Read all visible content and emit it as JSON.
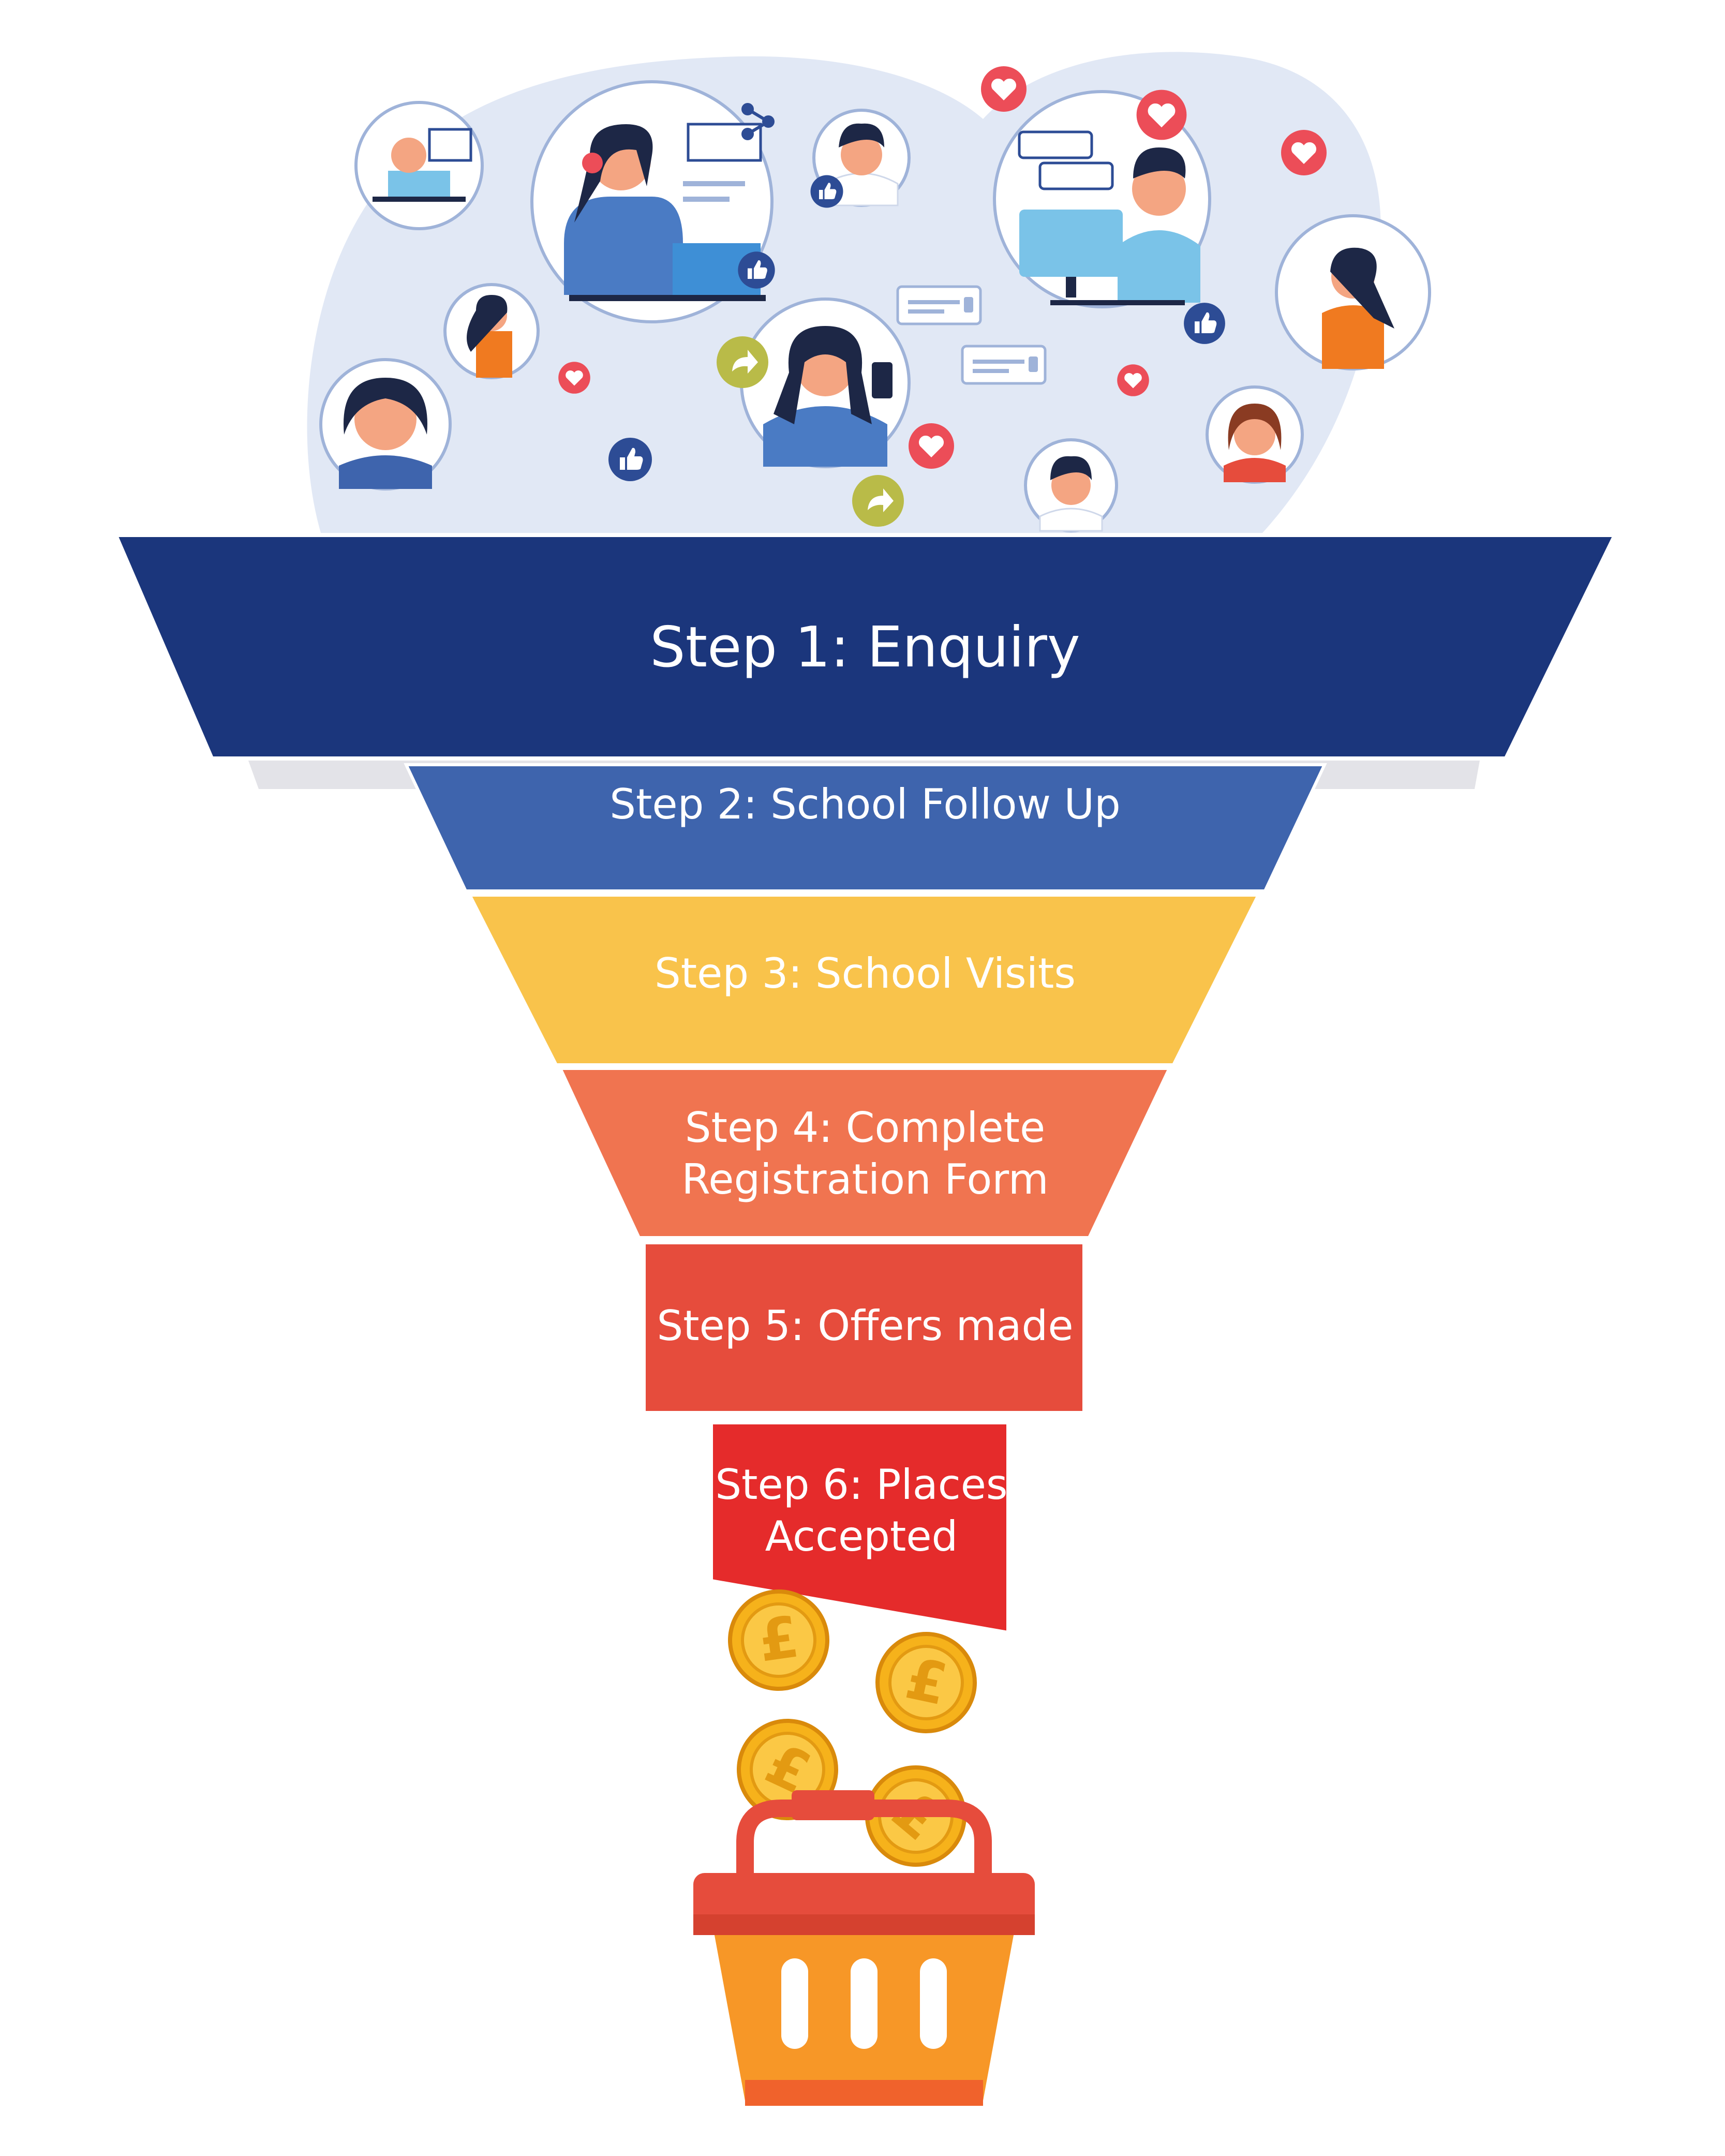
{
  "steps": [
    {
      "lines": [
        "Step 1: Enquiry"
      ],
      "color": "#1b367c",
      "text_color": "#ffffff"
    },
    {
      "lines": [
        "Step 2: School Follow Up"
      ],
      "color": "#3e64ad",
      "text_color": "#ffffff"
    },
    {
      "lines": [
        "Step 3: School Visits"
      ],
      "color": "#f9c34b",
      "text_color": "#ffffff"
    },
    {
      "lines": [
        "Step 4: Complete",
        "Registration Form"
      ],
      "color": "#f07450",
      "text_color": "#ffffff"
    },
    {
      "lines": [
        "Step 5: Offers made"
      ],
      "color": "#e64c3c",
      "text_color": "#ffffff"
    },
    {
      "lines": [
        "Step 6: Places",
        "Accepted"
      ],
      "color": "#e52b2b",
      "text_color": "#ffffff"
    }
  ],
  "colors": {
    "cloud": "#e1e8f5",
    "circle_border": "#9fb3d9",
    "skin": "#f4a582",
    "hair": "#1d2746",
    "heart": "#ec4d58",
    "like": "#2d4c95",
    "share": "#b9bb48",
    "coin": "#f6b21b",
    "coin_edge": "#d98a0b",
    "basket": "#f79727",
    "basket_rim": "#e64c3c"
  },
  "icons": [
    "heart-icon",
    "thumbs-up-icon",
    "share-icon",
    "pound-coin-icon",
    "shopping-basket-icon",
    "chat-bubble-icon"
  ]
}
